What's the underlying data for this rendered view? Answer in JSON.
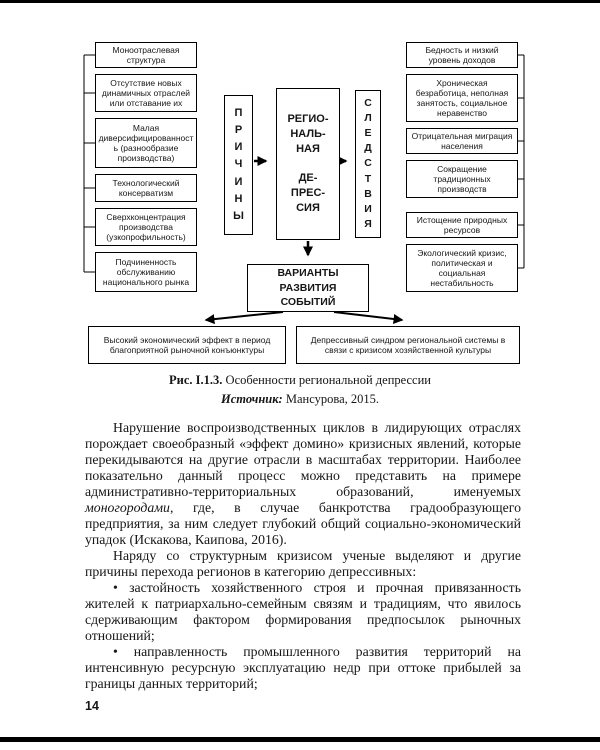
{
  "page_number": "14",
  "diagram": {
    "causes_label": "П\nР\nИ\nЧ\nИ\nН\nЫ",
    "center_label": "РЕГИО-\nНАЛЬ-\nНАЯ\n\nДЕ-\nПРЕС-\nСИЯ",
    "effects_label": "С\nЛ\nЕ\nД\nС\nТ\nВ\nИ\nЯ",
    "variants_label": "ВАРИАНТЫ\nРАЗВИТИЯ\nСОБЫТИЙ",
    "causes": [
      "Моноотраслевая структура",
      "Отсутствие новых динамичных отраслей или отставание их",
      "Малая диверсифицированность (разнообразие производства)",
      "Технологический консерватизм",
      "Сверхконцентрация производства (узкопрофильность)",
      "Подчиненность обслуживанию национального рынка"
    ],
    "effects": [
      "Бедность и низкий уровень доходов",
      "Хроническая безработица, неполная занятость, социальное неравенство",
      "Отрицательная миграция населения",
      "Сокращение традиционных производств",
      "Истощение природных ресурсов",
      "Экологический кризис, политическая и социальная нестабильность"
    ],
    "outcome_left": "Высокий экономический эффект в период благоприятной рыночной конъюнктуры",
    "outcome_right": "Депрессивный синдром региональной системы в связи с кризисом хозяйственной культуры"
  },
  "caption": {
    "figure": "Рис. I.1.3.",
    "title": "Особенности региональной депрессии",
    "source_label": "Источник:",
    "source": "Мансурова, 2015."
  },
  "body": {
    "paragraphs": [
      {
        "runs": [
          {
            "t": "Нарушение воспроизводственных циклов в лидирующих отраслях порождает своеобразный «эффект домино» кризисных явлений, которые перекидываются на другие отрасли в масштабах территории. Наиболее показательно данный процесс можно представить на примере административно-территориальных образований, именуемых "
          },
          {
            "t": "моногородами",
            "i": true
          },
          {
            "t": ", где, в случае банкротства градообразующего предприятия, за ним следует глубокий общий социально-экономический упадок (Искакова, Каипова, 2016)."
          }
        ]
      },
      {
        "runs": [
          {
            "t": "Наряду со структурным кризисом ученые выделяют и другие причины перехода регионов в категорию депрессивных:"
          }
        ]
      },
      {
        "runs": [
          {
            "t": "• застойность хозяйственного строя и прочная привязанность жителей к патриархально-семейным связям и традициям, что явилось сдерживающим фактором формирования предпосылок рыночных отношений;"
          }
        ]
      },
      {
        "runs": [
          {
            "t": "• направленность промышленного развития территорий на интенсивную ресурсную эксплуатацию недр при оттоке прибылей за границы данных территорий;"
          }
        ]
      }
    ]
  }
}
